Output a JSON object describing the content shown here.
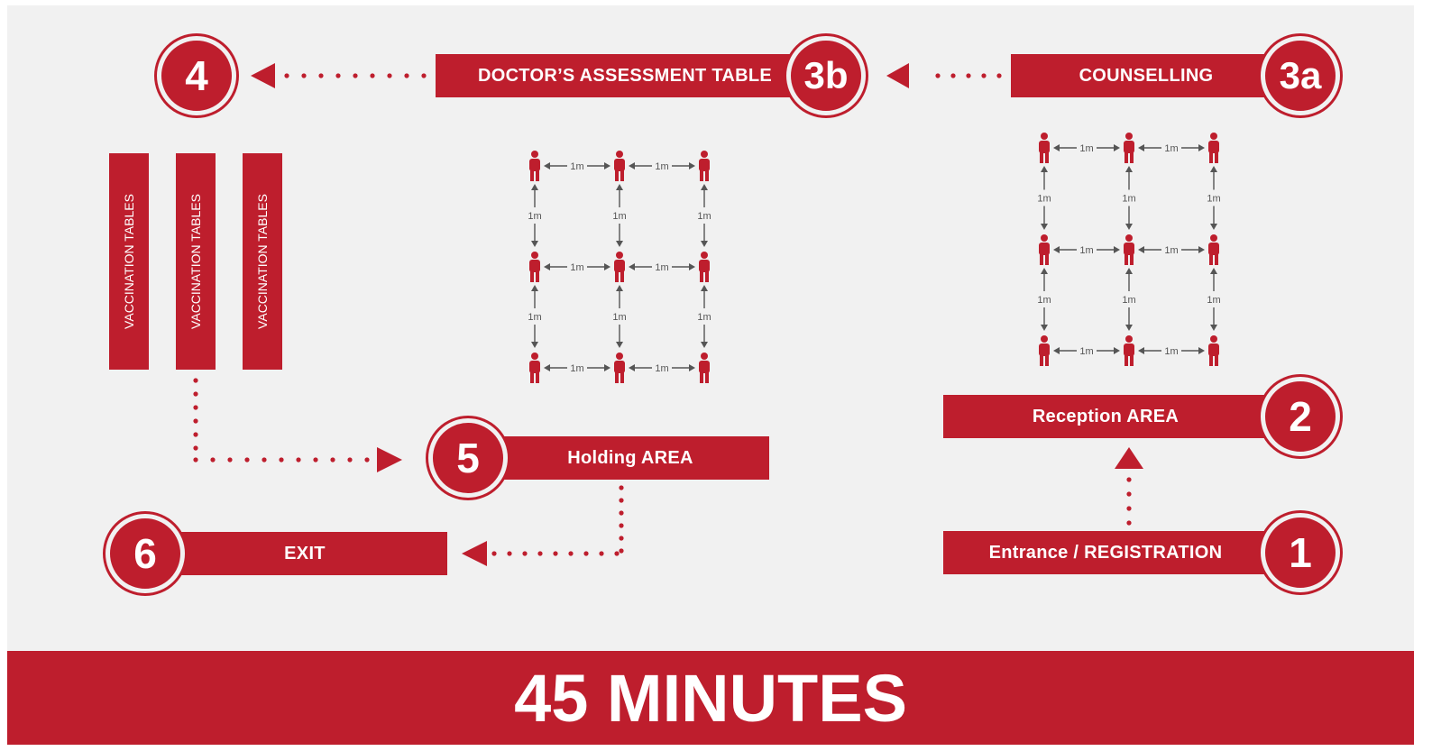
{
  "steps": {
    "s1": {
      "num": "1",
      "label": "Entrance / REGISTRATION"
    },
    "s2": {
      "num": "2",
      "label": "Reception AREA"
    },
    "s3a": {
      "num": "3a",
      "label": "COUNSELLING"
    },
    "s3b": {
      "num": "3b",
      "label": "DOCTOR’S ASSESSMENT TABLE"
    },
    "s4": {
      "num": "4",
      "tables": [
        "VACCINATION TABLES",
        "VACCINATION TABLES",
        "VACCINATION TABLES"
      ]
    },
    "s5": {
      "num": "5",
      "label": "Holding AREA"
    },
    "s6": {
      "num": "6",
      "label": "EXIT"
    }
  },
  "spacing_label": "1m",
  "footer": "45 MINUTES",
  "colors": {
    "brand_red": "#be1e2d",
    "background": "#f1f1f1",
    "arrow_gray": "#555555"
  }
}
